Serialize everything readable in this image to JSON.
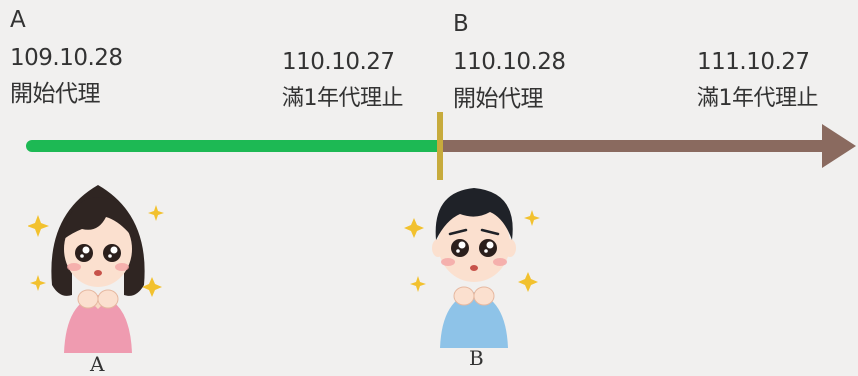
{
  "colors": {
    "background": "#f1f0ef",
    "text": "#333333",
    "period_a": "#1db954",
    "period_b": "#8a6a5f",
    "divider": "#c7ab3c"
  },
  "milestones": {
    "a_marker": "A",
    "a_start_date": "109.10.28",
    "a_start_text": "開始代理",
    "a_end_date": "110.10.27",
    "a_end_text": "滿1年代理止",
    "b_marker": "B",
    "b_start_date": "110.10.28",
    "b_start_text": "開始代理",
    "b_end_date": "111.10.27",
    "b_end_text": "滿1年代理止"
  },
  "characters": {
    "a": {
      "caption": "A",
      "icon": "girl-hopeful-icon"
    },
    "b": {
      "caption": "B",
      "icon": "boy-hopeful-icon"
    }
  }
}
